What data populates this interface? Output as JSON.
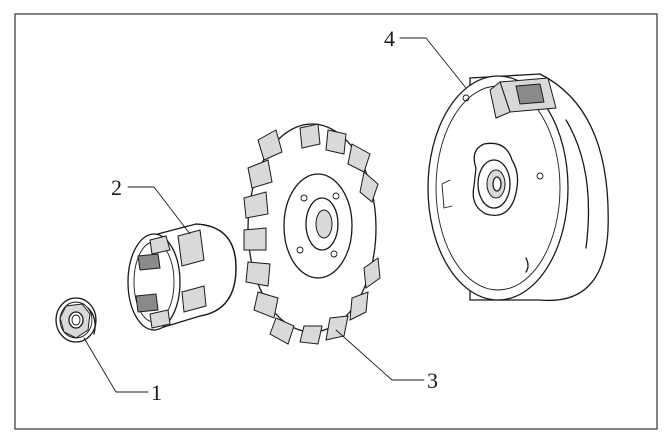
{
  "diagram": {
    "callouts": [
      {
        "id": "1",
        "label": "1",
        "part": "flange-nut"
      },
      {
        "id": "2",
        "label": "2",
        "part": "starter-cup"
      },
      {
        "id": "3",
        "label": "3",
        "part": "flywheel-fan"
      },
      {
        "id": "4",
        "label": "4",
        "part": "flywheel-magneto"
      }
    ],
    "colors": {
      "ink": "#1a1a1a",
      "shade": "#d9d9d9",
      "dark": "#8a8a8a",
      "background": "#ffffff",
      "frame": "#333333"
    }
  }
}
